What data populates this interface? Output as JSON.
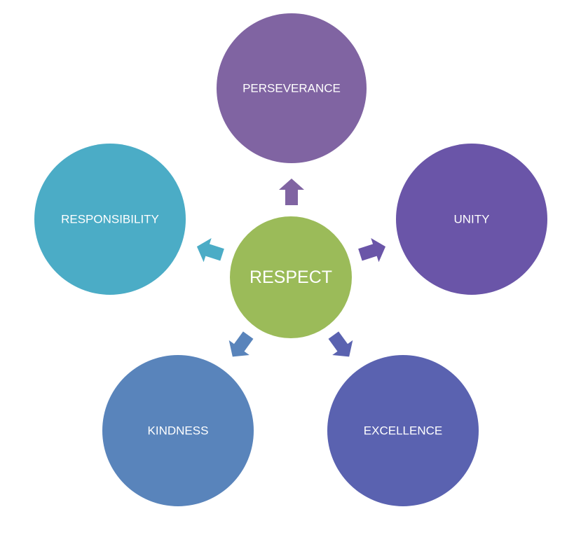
{
  "center": {
    "label": "RESPECT",
    "color": "#9bbb59"
  },
  "nodes": [
    {
      "id": "perseverance",
      "label": "PERSEVERANCE",
      "color": "#8064a2",
      "arrow_color": "#8064a2"
    },
    {
      "id": "unity",
      "label": "UNITY",
      "color": "#6a55a8",
      "arrow_color": "#6a55a8"
    },
    {
      "id": "excellence",
      "label": "EXCELLENCE",
      "color": "#5a62b0",
      "arrow_color": "#5a62b0"
    },
    {
      "id": "kindness",
      "label": "KINDNESS",
      "color": "#5984bb",
      "arrow_color": "#5984bb"
    },
    {
      "id": "responsibility",
      "label": "RESPONSIBILITY",
      "color": "#4bacc6",
      "arrow_color": "#4bacc6"
    }
  ]
}
